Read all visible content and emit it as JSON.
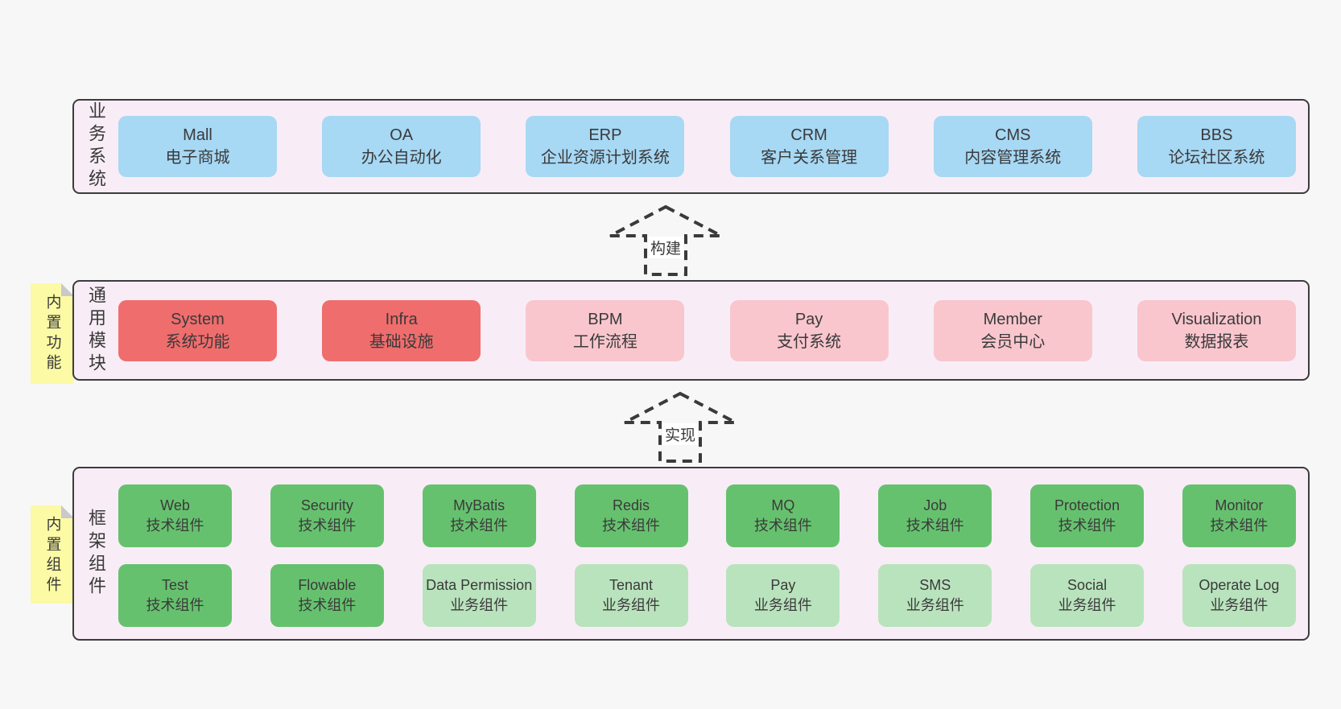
{
  "colors": {
    "page-bg": "#f7f7f7",
    "band-bg": "#f8edf6",
    "band-border": "#3c3c3c",
    "blue": "#a7d8f4",
    "red": "#f06d6d",
    "pink": "#f9c6ce",
    "green": "#66c16e",
    "lightgreen": "#b9e3bd",
    "sticky": "#fcfaa5",
    "fold": "#c9c9c9",
    "text": "#3a3a3a"
  },
  "layers": [
    {
      "id": "business-systems",
      "label": "业务系统",
      "boxes": [
        {
          "title": "Mall",
          "subtitle": "电子商城",
          "variant": "blue"
        },
        {
          "title": "OA",
          "subtitle": "办公自动化",
          "variant": "blue"
        },
        {
          "title": "ERP",
          "subtitle": "企业资源计划系统",
          "variant": "blue"
        },
        {
          "title": "CRM",
          "subtitle": "客户关系管理",
          "variant": "blue"
        },
        {
          "title": "CMS",
          "subtitle": "内容管理系统",
          "variant": "blue"
        },
        {
          "title": "BBS",
          "subtitle": "论坛社区系统",
          "variant": "blue"
        }
      ]
    },
    {
      "id": "common-modules",
      "label": "通用模块",
      "sticky": "内置功能",
      "boxes": [
        {
          "title": "System",
          "subtitle": "系统功能",
          "variant": "red"
        },
        {
          "title": "Infra",
          "subtitle": "基础设施",
          "variant": "red"
        },
        {
          "title": "BPM",
          "subtitle": "工作流程",
          "variant": "pink"
        },
        {
          "title": "Pay",
          "subtitle": "支付系统",
          "variant": "pink"
        },
        {
          "title": "Member",
          "subtitle": "会员中心",
          "variant": "pink"
        },
        {
          "title": "Visualization",
          "subtitle": "数据报表",
          "variant": "pink"
        }
      ]
    },
    {
      "id": "framework-components",
      "label": "框架组件",
      "sticky": "内置组件",
      "rows": [
        [
          {
            "title": "Web",
            "subtitle": "技术组件",
            "variant": "green"
          },
          {
            "title": "Security",
            "subtitle": "技术组件",
            "variant": "green"
          },
          {
            "title": "MyBatis",
            "subtitle": "技术组件",
            "variant": "green"
          },
          {
            "title": "Redis",
            "subtitle": "技术组件",
            "variant": "green"
          },
          {
            "title": "MQ",
            "subtitle": "技术组件",
            "variant": "green"
          },
          {
            "title": "Job",
            "subtitle": "技术组件",
            "variant": "green"
          },
          {
            "title": "Protection",
            "subtitle": "技术组件",
            "variant": "green"
          },
          {
            "title": "Monitor",
            "subtitle": "技术组件",
            "variant": "green"
          }
        ],
        [
          {
            "title": "Test",
            "subtitle": "技术组件",
            "variant": "green"
          },
          {
            "title": "Flowable",
            "subtitle": "技术组件",
            "variant": "green"
          },
          {
            "title": "Data Permission",
            "subtitle": "业务组件",
            "variant": "lightgreen"
          },
          {
            "title": "Tenant",
            "subtitle": "业务组件",
            "variant": "lightgreen"
          },
          {
            "title": "Pay",
            "subtitle": "业务组件",
            "variant": "lightgreen"
          },
          {
            "title": "SMS",
            "subtitle": "业务组件",
            "variant": "lightgreen"
          },
          {
            "title": "Social",
            "subtitle": "业务组件",
            "variant": "lightgreen"
          },
          {
            "title": "Operate Log",
            "subtitle": "业务组件",
            "variant": "lightgreen"
          }
        ]
      ]
    }
  ],
  "arrows": [
    {
      "id": "build",
      "label": "构建"
    },
    {
      "id": "implement",
      "label": "实现"
    }
  ]
}
